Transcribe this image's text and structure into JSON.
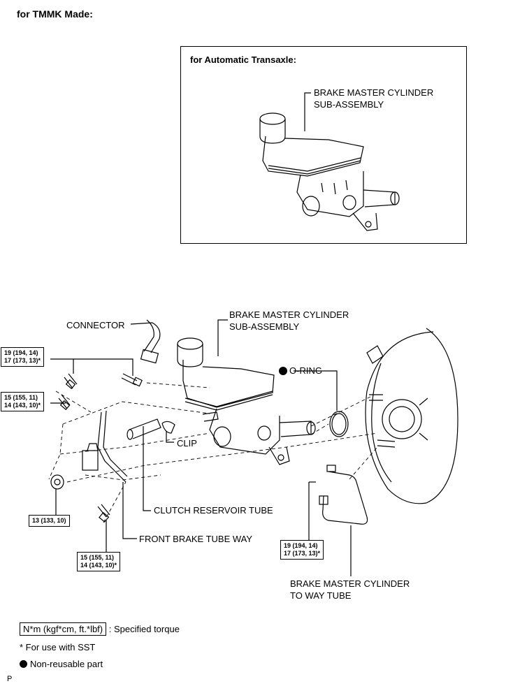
{
  "header": {
    "title": "for TMMK Made:"
  },
  "inset": {
    "title": "for Automatic Transaxle:",
    "part_label_1": "BRAKE MASTER CYLINDER",
    "part_label_2": "SUB-ASSEMBLY"
  },
  "labels": {
    "connector": "CONNECTOR",
    "master_cylinder_1": "BRAKE MASTER CYLINDER",
    "master_cylinder_2": "SUB-ASSEMBLY",
    "o_ring": "O-RING",
    "clip": "CLIP",
    "clutch_tube": "CLUTCH RESERVOIR TUBE",
    "front_brake_tube": "FRONT BRAKE TUBE WAY",
    "to_way_tube_1": "BRAKE MASTER CYLINDER",
    "to_way_tube_2": "TO WAY TUBE"
  },
  "torques": {
    "t1_line1": "19 (194, 14)",
    "t1_line2": "17 (173, 13)*",
    "t2_line1": "15 (155, 11)",
    "t2_line2": "14 (143, 10)*",
    "t3_line1": "13 (133, 10)",
    "t4_line1": "15 (155, 11)",
    "t4_line2": "14 (143, 10)*",
    "t5_line1": "19 (194, 14)",
    "t5_line2": "17 (173, 13)*"
  },
  "legend": {
    "torque_unit": "N*m (kgf*cm, ft.*lbf)",
    "torque_desc": ": Specified torque",
    "sst_note": "* For use with SST",
    "non_reusable": "Non-reusable part"
  },
  "footer": {
    "code": "P"
  }
}
